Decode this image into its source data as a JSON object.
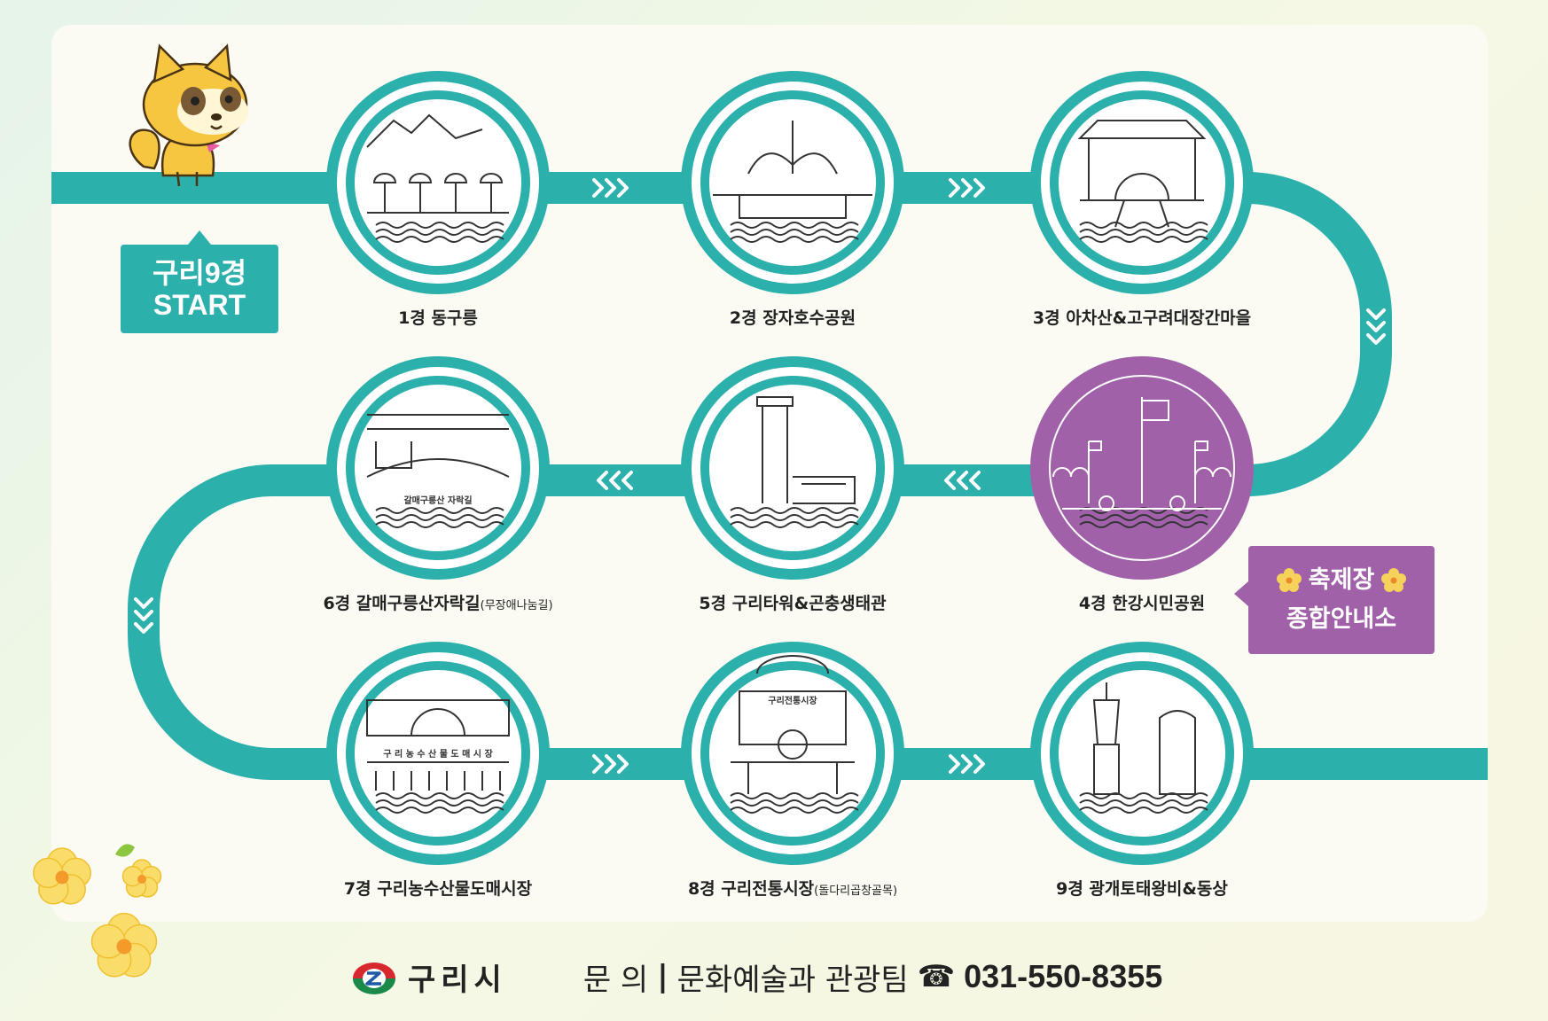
{
  "colors": {
    "teal": "#2bb0ab",
    "purple": "#a061a9",
    "background": "#fbfbf4",
    "text": "#222222"
  },
  "start_badge": {
    "line1": "구리9경",
    "line2": "START"
  },
  "festival_badge": {
    "line1": "축제장",
    "line2": "종합안내소"
  },
  "stops": [
    {
      "number": "1경",
      "name": "동구릉",
      "note": "",
      "theme": "teal",
      "icon": "royal-tombs-icon"
    },
    {
      "number": "2경",
      "name": "장자호수공원",
      "note": "",
      "theme": "teal",
      "icon": "fountain-park-icon"
    },
    {
      "number": "3경",
      "name": "아차산&고구려대장간마을",
      "note": "",
      "theme": "teal",
      "icon": "blacksmith-village-icon"
    },
    {
      "number": "4경",
      "name": "한강시민공원",
      "note": "",
      "theme": "purple",
      "icon": "river-park-flag-icon"
    },
    {
      "number": "5경",
      "name": "구리타워&곤충생태관",
      "note": "",
      "theme": "teal",
      "icon": "tower-icon"
    },
    {
      "number": "6경",
      "name": "갈매구릉산자락길",
      "note": "(무장애나눔길)",
      "theme": "teal",
      "icon": "trail-icon",
      "sign": "갈매구릉산 자락길"
    },
    {
      "number": "7경",
      "name": "구리농수산물도매시장",
      "note": "",
      "theme": "teal",
      "icon": "wholesale-market-icon",
      "sign": "구 리 농 수 산 물 도 매 시 장"
    },
    {
      "number": "8경",
      "name": "구리전통시장",
      "note": "(돌다리곱창골목)",
      "theme": "teal",
      "icon": "traditional-market-icon",
      "sign": "구리전통시장"
    },
    {
      "number": "9경",
      "name": "광개토태왕비&동상",
      "note": "",
      "theme": "teal",
      "icon": "king-statue-icon"
    }
  ],
  "footer": {
    "city_name": "구리시",
    "contact_label": "문 의",
    "separator": "|",
    "department": "문화예술과 관광팀",
    "phone_icon": "phone-icon",
    "phone_symbol": "☎",
    "phone": "031-550-8355"
  }
}
